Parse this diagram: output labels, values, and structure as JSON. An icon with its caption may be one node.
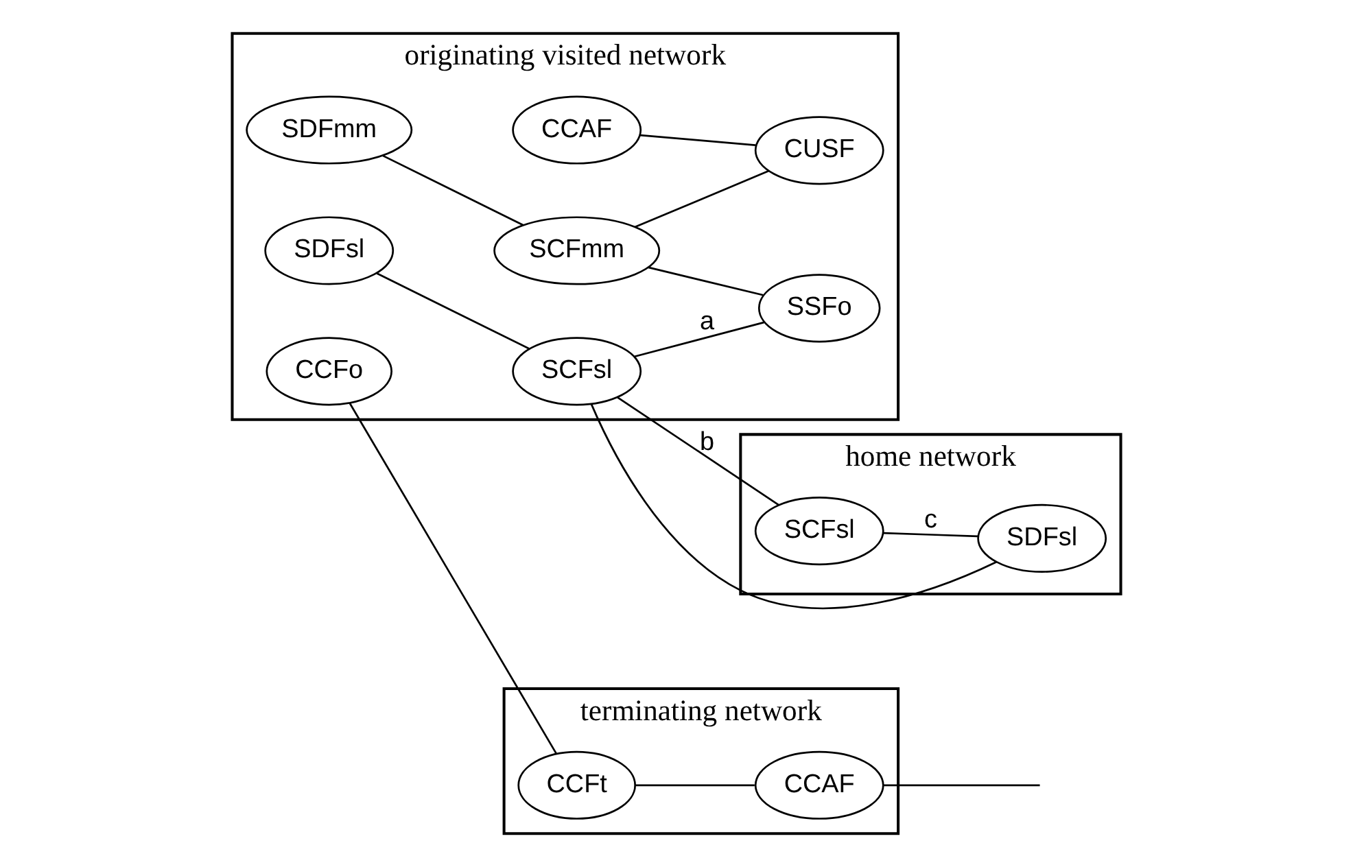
{
  "diagram": {
    "nodes": [
      {
        "text": [
          "originating visited network"
        ]
      },
      {
        "text": [
          "home network"
        ]
      },
      {
        "text": [
          "terminating network"
        ]
      },
      {
        "text": [
          "SDFmm"
        ],
        "in": 0
      },
      {
        "text": [
          "SCFmm"
        ],
        "in": 0
      },
      {
        "text": [
          "SDFsl"
        ],
        "in": 0
      },
      {
        "text": [
          "SCFsl"
        ],
        "in": 0
      },
      {
        "text": [
          "SSFo"
        ],
        "in": 0
      },
      {
        "text": [
          "CUSF"
        ],
        "in": 0
      },
      {
        "text": [
          "CCFo"
        ],
        "in": 0
      },
      {
        "text": [
          "CCAF"
        ],
        "in": 0
      },
      {
        "text": [
          "SCFsl"
        ],
        "in": 1
      },
      {
        "text": [
          "SDFsl"
        ],
        "in": 1
      },
      {
        "text": [
          "CCFt"
        ],
        "in": 2
      },
      {
        "text": [
          "CCAF"
        ],
        "in": 2
      }
    ],
    "edges": [
      {
        "from": 3,
        "to": 4,
        "arrow": "none"
      },
      {
        "from": 5,
        "to": 6,
        "arrow": "none"
      },
      {
        "from": 4,
        "to": 8,
        "arrow": "none"
      },
      {
        "from": 4,
        "to": 7,
        "arrow": "none"
      },
      {
        "from": 6,
        "to": 7,
        "arrow": "none",
        "label": "a"
      },
      {
        "from": 6,
        "to": 11,
        "arrow": "none",
        "label": "b"
      },
      {
        "from": 6,
        "to": 12,
        "arrow": "none"
      },
      {
        "from": 11,
        "to": 12,
        "arrow": "none",
        "label": "c"
      },
      {
        "from": 10,
        "to": 8,
        "arrow": "none"
      },
      {
        "from": 9,
        "to": 13,
        "arrow": "none"
      },
      {
        "from": 13,
        "to": 14,
        "arrow": "none"
      },
      {
        "from": 14,
        "to": null,
        "arrow": "none"
      }
    ]
  }
}
